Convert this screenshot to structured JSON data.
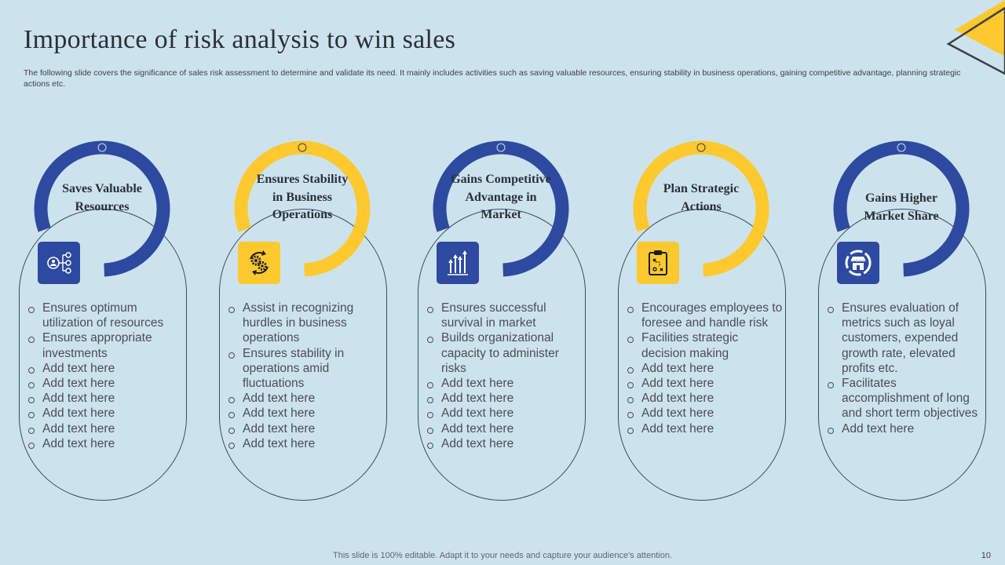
{
  "header": {
    "title": "Importance of risk analysis to win sales",
    "subtitle": "The following slide covers the significance of sales risk assessment to determine and validate its need. It mainly includes activities such as saving valuable resources, ensuring stability in business operations, gaining competitive advantage, planning strategic actions etc."
  },
  "colors": {
    "navy": "#2d4aa0",
    "yellow": "#fdc92e",
    "background": "#cce3ee"
  },
  "cards": [
    {
      "heading": "Saves Valuable Resources",
      "icon": "hierarchy-network-icon",
      "items": [
        "Ensures optimum utilization of resources",
        "Ensures appropriate investments",
        "Add text here",
        "Add text here",
        "Add text here",
        "Add text here",
        "Add text here",
        "Add text here"
      ]
    },
    {
      "heading": "Ensures Stability in Business Operations",
      "icon": "gears-cycle-icon",
      "items": [
        "Assist in recognizing hurdles in business operations",
        "Ensures stability in operations amid fluctuations",
        "Add text here",
        "Add text here",
        "Add text here",
        "Add text here"
      ]
    },
    {
      "heading": "Gains Competitive Advantage in Market",
      "icon": "growth-arrows-icon",
      "items": [
        "Ensures successful survival in market",
        "Builds organizational capacity to administer risks",
        "Add text here",
        "Add text here",
        "Add text here",
        "Add text here",
        "Add text here"
      ]
    },
    {
      "heading": "Plan Strategic Actions",
      "icon": "strategy-clipboard-icon",
      "items": [
        "Encourages employees to foresee and handle risk",
        "Facilities strategic decision making",
        "Add text here",
        "Add text here",
        "Add text here",
        "Add text here",
        "Add text here"
      ]
    },
    {
      "heading": "Gains Higher Market Share",
      "icon": "storefront-icon",
      "items": [
        "Ensures evaluation of metrics such as loyal customers, expended growth rate, elevated profits etc.",
        "Facilitates accomplishment of long and short term objectives",
        "Add text here"
      ]
    }
  ],
  "footer": {
    "note": "This slide is 100% editable. Adapt it to your needs and capture your audience's attention.",
    "page_number": "10"
  }
}
